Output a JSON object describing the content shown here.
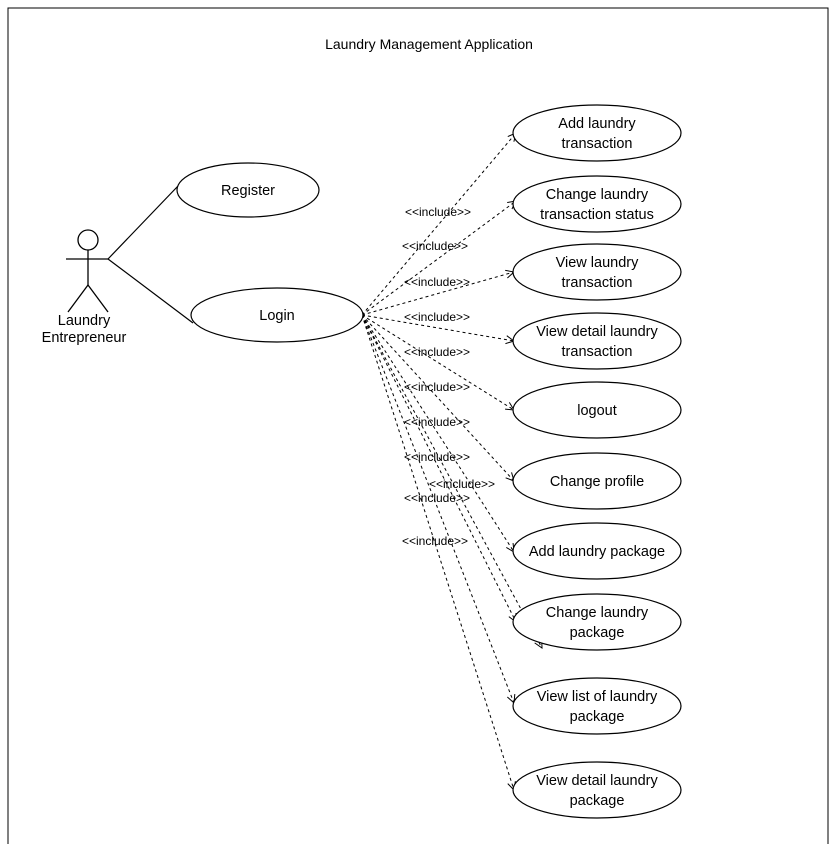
{
  "title": "Laundry Management Application",
  "actor": {
    "name_line1": "Laundry",
    "name_line2": "Entrepreneur",
    "associations": [
      "Register",
      "Login"
    ]
  },
  "use_cases": {
    "register": "Register",
    "login": "Login",
    "add_transaction": [
      "Add laundry",
      "transaction"
    ],
    "change_status": [
      "Change laundry",
      "transaction status"
    ],
    "view_transaction": [
      "View laundry",
      "transaction"
    ],
    "view_detail_transaction": [
      "View detail laundry",
      "transaction"
    ],
    "logout": "logout",
    "change_profile": "Change profile",
    "add_package": "Add laundry package",
    "change_package": [
      "Change laundry",
      "package"
    ],
    "view_list_package": [
      "View list of laundry",
      "package"
    ],
    "view_detail_package": [
      "View detail laundry",
      "package"
    ]
  },
  "relations": {
    "include_label": "<<include>>",
    "base": "Login",
    "targets": [
      "Add laundry transaction",
      "Change laundry transaction status",
      "View laundry transaction",
      "View detail laundry transaction",
      "logout",
      "Change profile",
      "Add laundry package",
      "Change laundry package",
      "View list of laundry package",
      "View detail laundry package"
    ]
  },
  "colors": {
    "line": "#000000",
    "fill": "#ffffff",
    "frame": "#000000"
  }
}
